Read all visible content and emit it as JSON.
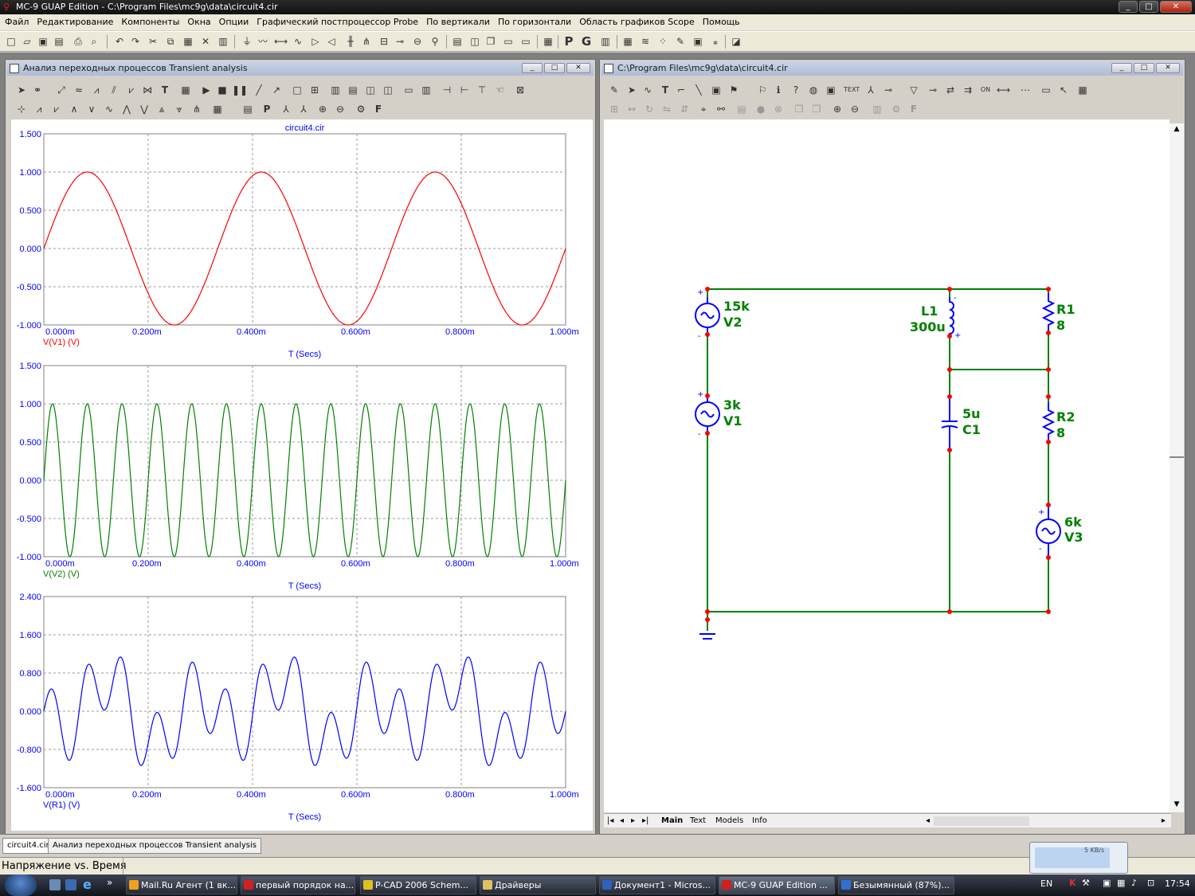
{
  "app": {
    "title": "MC-9 GUAP Edition - C:\\Program Files\\mc9g\\data\\circuit4.cir",
    "controls": {
      "minimize": "_",
      "maximize": "□",
      "close": "✕"
    }
  },
  "menu": [
    "Файл",
    "Редактирование",
    "Компоненты",
    "Окна",
    "Опции",
    "Графический постпроцессор Probe",
    "По вертикали",
    "По горизонтали",
    "Область графиков Scope",
    "Помощь"
  ],
  "analysis_window": {
    "title": "Анализ переходных процессов Transient analysis"
  },
  "schematic_window": {
    "title": "C:\\Program Files\\mc9g\\data\\circuit4.cir",
    "tabs": [
      "Main",
      "Text",
      "Models",
      "Info"
    ],
    "components": {
      "v2": {
        "value": "15k",
        "name": "V2"
      },
      "v1": {
        "value": "3k",
        "name": "V1"
      },
      "l1": {
        "name": "L1",
        "value": "300u"
      },
      "r1": {
        "name": "R1",
        "value": "8"
      },
      "c1": {
        "value": "5u",
        "name": "C1"
      },
      "r2": {
        "name": "R2",
        "value": "8"
      },
      "v3": {
        "value": "6k",
        "name": "V3"
      }
    },
    "colors": {
      "wire": "#008000",
      "component": "#0000ff",
      "label": "#008000",
      "node": "#ff0000"
    }
  },
  "chart_data": [
    {
      "type": "line",
      "title": "circuit4.cir",
      "series_label": "V(V1) (V)",
      "xlabel": "T (Secs)",
      "x_ticks": [
        "0.000m",
        "0.200m",
        "0.400m",
        "0.600m",
        "0.800m",
        "1.000m"
      ],
      "y_ticks": [
        "1.500",
        "1.000",
        "0.500",
        "0.000",
        "-0.500",
        "-1.000"
      ],
      "xlim": [
        0,
        0.001
      ],
      "ylim": [
        -1,
        1.5
      ],
      "grid": true,
      "color": "#ff0000",
      "series": [
        {
          "name": "V(V1) (V)",
          "function": "sin",
          "amplitude": 1,
          "frequency_hz": 3000
        }
      ]
    },
    {
      "type": "line",
      "series_label": "V(V2) (V)",
      "xlabel": "T (Secs)",
      "x_ticks": [
        "0.000m",
        "0.200m",
        "0.400m",
        "0.600m",
        "0.800m",
        "1.000m"
      ],
      "y_ticks": [
        "1.500",
        "1.000",
        "0.500",
        "0.000",
        "-0.500",
        "-1.000"
      ],
      "xlim": [
        0,
        0.001
      ],
      "ylim": [
        -1,
        1.5
      ],
      "grid": true,
      "color": "#008000",
      "series": [
        {
          "name": "V(V2) (V)",
          "function": "sin",
          "amplitude": 1,
          "frequency_hz": 15000
        }
      ]
    },
    {
      "type": "line",
      "series_label": "V(R1) (V)",
      "xlabel": "T (Secs)",
      "x_ticks": [
        "0.000m",
        "0.200m",
        "0.400m",
        "0.600m",
        "0.800m",
        "1.000m"
      ],
      "y_ticks": [
        "2.400",
        "1.600",
        "0.800",
        "0.000",
        "-0.800",
        "-1.600"
      ],
      "xlim": [
        0,
        0.001
      ],
      "ylim": [
        -1.6,
        2.4
      ],
      "grid": true,
      "color": "#0000ff",
      "series": [
        {
          "name": "V(R1) (V)",
          "function": "sum-of-sines",
          "components": [
            {
              "amplitude": 0.25,
              "frequency_hz": 3000
            },
            {
              "amplitude": 0.7,
              "frequency_hz": 15000
            },
            {
              "amplitude": 0.55,
              "frequency_hz": 6000,
              "phase": "inverted"
            }
          ]
        }
      ]
    }
  ],
  "bottom_tabs": [
    "circuit4.cir",
    "Анализ переходных процессов Transient analysis"
  ],
  "status": {
    "text": "Напряжение vs. Время"
  },
  "net_widget": {
    "rate": "5 KB/s"
  },
  "taskbar": {
    "tasks": [
      {
        "label": "Mail.Ru Агент (1 вк...",
        "color": "#f0a020"
      },
      {
        "label": "первый порядок на...",
        "color": "#d02020"
      },
      {
        "label": "P-CAD 2006 Schem...",
        "color": "#e0c020"
      },
      {
        "label": "Драйверы",
        "color": "#e0c060"
      },
      {
        "label": "Документ1 - Micros...",
        "color": "#3060c0"
      },
      {
        "label": "MC-9 GUAP Edition ...",
        "color": "#d02020"
      },
      {
        "label": "Безымянный (87%)...",
        "color": "#3070d0"
      }
    ],
    "language": "EN",
    "clock": "17:54"
  }
}
